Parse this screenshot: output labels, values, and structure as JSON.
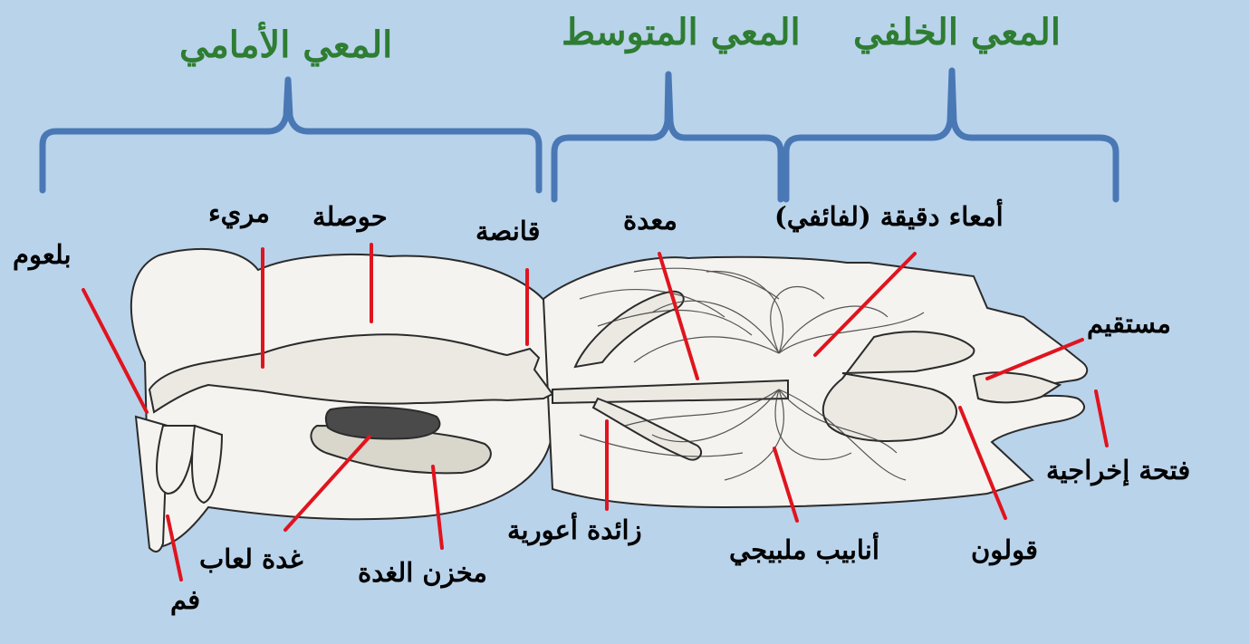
{
  "sections": {
    "foregut": "المعي الأمامي",
    "midgut": "المعي المتوسط",
    "hindgut": "المعي الخلفي"
  },
  "labels": {
    "pharynx": "بلعوم",
    "esophagus": "مريء",
    "crop": "حوصلة",
    "gizzard": "قانصة",
    "stomach": "معدة",
    "ileum": "أمعاء دقيقة (لفائفي)",
    "rectum": "مستقيم",
    "anus": "فتحة إخراجية",
    "colon": "قولون",
    "malpighian": "أنابيب ملبيجي",
    "caeca": "زائدة أعورية",
    "reservoir": "مخزن الغدة",
    "salivary": "غدة لعاب",
    "mouth": "فم"
  },
  "colors": {
    "background": "#b9d3eb",
    "brace": "#4a78b5",
    "title": "#2e7d32",
    "pointer": "#e0141e",
    "body_fill": "#f4f3ef",
    "outline": "#2b2b2b"
  }
}
